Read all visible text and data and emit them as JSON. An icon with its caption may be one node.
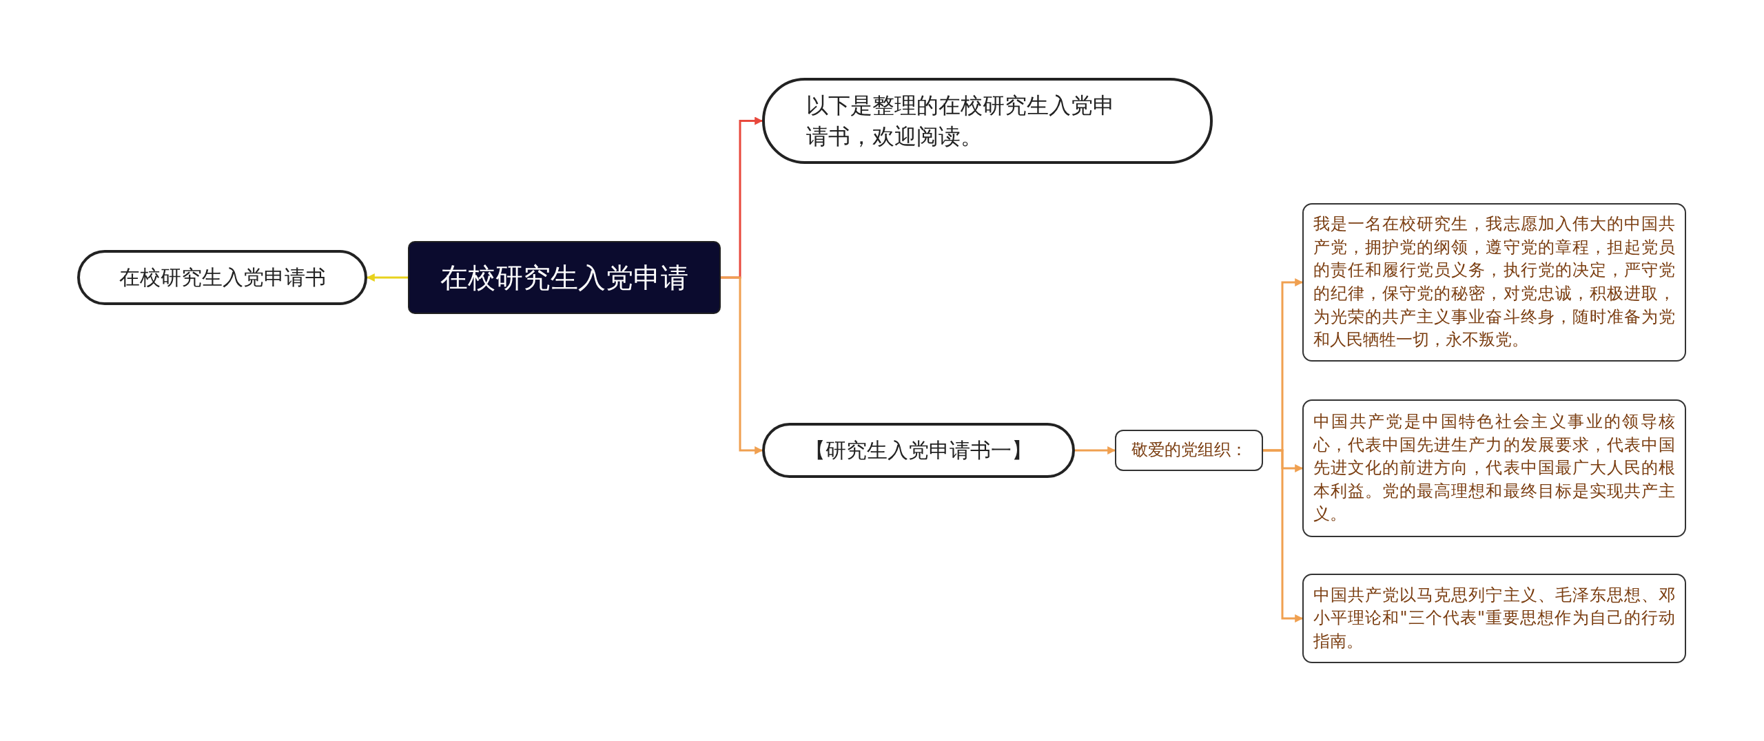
{
  "diagram": {
    "nodes": [
      {
        "text": [
          "在校研究生入党申请"
        ]
      },
      {
        "text": [
          "在校研究生入党申请书"
        ]
      },
      {
        "text": [
          "以下是整理的在校研究生入党申请书，欢迎阅读。"
        ]
      },
      {
        "text": [
          "【研究生入党申请书一】"
        ]
      },
      {
        "text": [
          "敬爱的党组织："
        ]
      },
      {
        "text": [
          "我是一名在校研究生，我志愿加入伟大的中国共产党，拥护党的纲领，遵守党的章程，担起党员的责任和履行党员义务，执行党的决定，严守党的纪律，保守党的秘密，对党忠诚，积极进取，为光荣的共产主义事业奋斗终身，随时准备为党和人民牺牲一切，永不叛党。"
        ]
      },
      {
        "text": [
          "中国共产党是中国特色社会主义事业的领导核心，代表中国先进生产力的发展要求，代表中国先进文化的前进方向，代表中国最广大人民的根本利益。党的最高理想和最终目标是实现共产主义。"
        ]
      },
      {
        "text": [
          "中国共产党以马克思列宁主义、毛泽东思想、邓小平理论和\"三个代表\"重要思想作为自己的行动指南。"
        ]
      }
    ],
    "edges": [
      {
        "from": 0,
        "to": 1,
        "arrow": "to",
        "color": "#e8d21c"
      },
      {
        "from": 0,
        "to": 2,
        "arrow": "to",
        "color": "#e8483c"
      },
      {
        "from": 0,
        "to": 3,
        "arrow": "to"
      },
      {
        "from": 3,
        "to": 4,
        "arrow": "to"
      },
      {
        "from": 4,
        "to": 5,
        "arrow": "to"
      },
      {
        "from": 4,
        "to": 6,
        "arrow": "to"
      },
      {
        "from": 4,
        "to": 7,
        "arrow": "to"
      }
    ]
  }
}
